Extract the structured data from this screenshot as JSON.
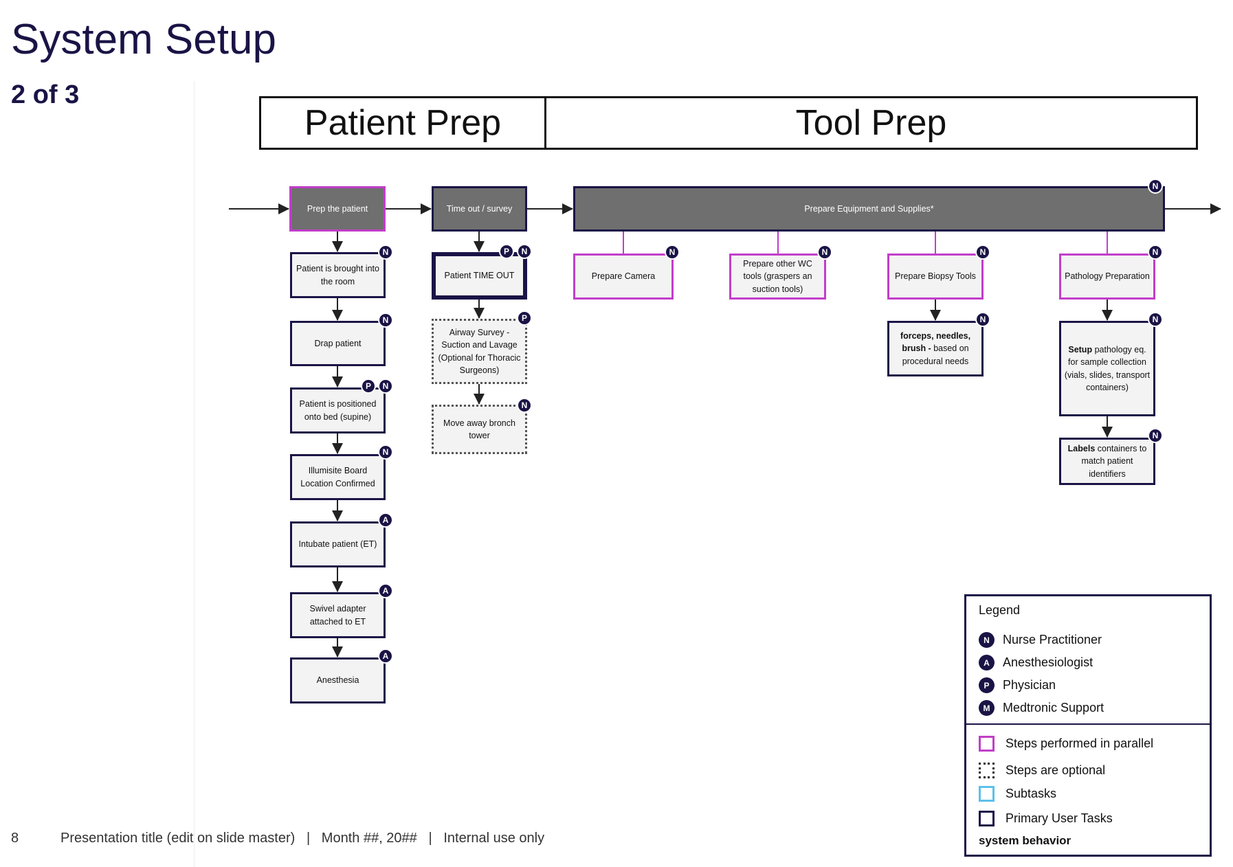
{
  "slide": {
    "title": "System Setup",
    "subtitle": "2 of 3"
  },
  "phases": {
    "patient_prep": "Patient Prep",
    "tool_prep": "Tool Prep"
  },
  "main_flow": {
    "prep_patient": "Prep the patient",
    "time_out": "Time out / survey",
    "prepare_equipment": "Prepare Equipment and Supplies*"
  },
  "patient_steps": {
    "brought_in": "Patient is brought into the room",
    "drap": "Drap patient",
    "positioned": "Patient is positioned onto bed (supine)",
    "illumisite": "Illumisite Board Location Confirmed",
    "intubate": "Intubate patient (ET)",
    "swivel": "Swivel adapter attached to ET",
    "anesthesia": "Anesthesia"
  },
  "timeout_steps": {
    "patient_time_out": "Patient TIME OUT",
    "airway_survey": "Airway Survey - Suction and Lavage (Optional for Thoracic Surgeons)",
    "move_tower": "Move away bronch tower"
  },
  "tool_steps": {
    "camera": "Prepare Camera",
    "wc_tools": "Prepare other WC tools (graspers an suction tools)",
    "biopsy": "Prepare Biopsy Tools",
    "pathology": "Pathology Preparation",
    "forceps_bold": "forceps, needles, brush - ",
    "forceps_rest": " based on procedural needs",
    "setup_bold": "Setup",
    "setup_rest": " pathology eq. for sample collection (vials, slides, transport containers)",
    "labels_bold": "Labels",
    "labels_rest": " containers to match patient identifiers"
  },
  "badges": {
    "nurse": "N",
    "anesthesiologist": "A",
    "physician": "P",
    "medtronic": "M"
  },
  "legend": {
    "title": "Legend",
    "roles": [
      "Nurse Practitioner",
      "Anesthesiologist",
      "Physician",
      "Medtronic Support"
    ],
    "styles": [
      "Steps performed in parallel",
      "Steps are optional",
      "Subtasks",
      "Primary User Tasks"
    ],
    "system_behavior": "system behavior"
  },
  "footer": {
    "page_number": "8",
    "text": "Presentation title (edit on slide master)   |   Month ##, 20##   |   Internal use only"
  },
  "colors": {
    "navy": "#1a1446",
    "parallel": "#c13ec9",
    "grey_box": "#6f6f6f",
    "subtask": "#5bc0eb"
  }
}
